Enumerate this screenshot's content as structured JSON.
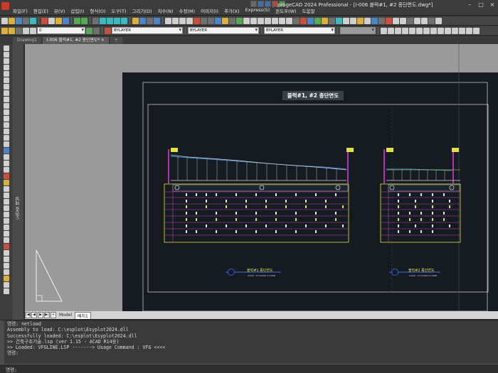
{
  "app": {
    "title": "progeCAD 2024 Professional - [I-006 블럭#1, #2 종단면도.dwg*]",
    "menu": [
      "파일(F)",
      "편집(E)",
      "뷰(V)",
      "삽입(I)",
      "형식(O)",
      "도구(T)",
      "그리기(D)",
      "치수(N)",
      "수정(M)",
      "이미지(I)",
      "추가(X)",
      "Express(S)",
      "윈도우(W)",
      "도움말"
    ],
    "window_controls": [
      "–",
      "□",
      "×"
    ]
  },
  "toolbar": {
    "layer_value": "0",
    "color_value": "BYLAYER",
    "linetype_value": "BYLAYER",
    "lineweight_value": "BYLAYER",
    "plotstyle_value": ""
  },
  "doc_tabs": [
    {
      "label": "Drawing1",
      "active": false
    },
    {
      "label": "I-006 블럭#1, #2 종단면도* ×",
      "active": true
    }
  ],
  "side_panel_label": "도면층 패널",
  "drawing": {
    "sheet_title": "블럭#1, #2 종단면도",
    "block1_caption": "블럭#1 종단면도",
    "block1_scale": "SCALE : H=1/1200 V=1/600",
    "block2_caption": "블럭#2 종단면도",
    "block2_scale": "SCALE : H=1/1200 V=1/600",
    "colors": {
      "border": "#c8c8c8",
      "profile": "#d8d8d8",
      "grade": "#3a8ad8",
      "table": "#c040c0",
      "highlight": "#e0e040",
      "paper": "#222a32",
      "outer": "#151b20"
    }
  },
  "layout_tabs": {
    "nav": [
      "|◀",
      "◀",
      "▶",
      "▶|",
      "+"
    ],
    "tabs": [
      {
        "label": "Model",
        "active": false
      },
      {
        "label": "배치1",
        "active": true
      }
    ]
  },
  "command": {
    "lines": [
      "명령: netload",
      "Assembly to load: C:\\esplot\\Esyplot2024.dll",
      "Successfully loaded: C:\\esplot\\Esyplot2024.dll",
      ">> 건축구조기술.lsp  (ver 1.15 - ACAD R14용)",
      ">> Loaded: VFGLINE.LSP -------> Usage Command : VFG  <<<<",
      "명령:"
    ],
    "prompt": "명령:"
  }
}
